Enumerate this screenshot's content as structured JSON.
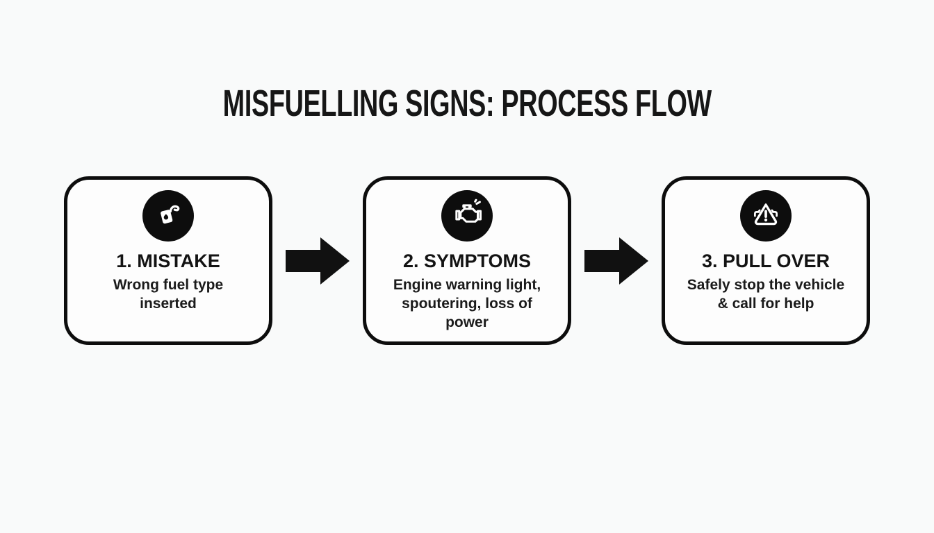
{
  "title": "MISFUELLING SIGNS: PROCESS FLOW",
  "steps": [
    {
      "icon": "fuel-nozzle-icon",
      "heading": "1. MISTAKE",
      "description": "Wrong fuel type\ninserted"
    },
    {
      "icon": "engine-warning-icon",
      "heading": "2. SYMPTOMS",
      "description": "Engine warning light,\nspoutering, loss of\npower"
    },
    {
      "icon": "warning-triangle-icon",
      "heading": "3. PULL OVER",
      "description": "Safely stop the vehicle\n& call for help"
    }
  ],
  "colors": {
    "background": "#f9fafa",
    "box_fill": "#fdfdfd",
    "box_border": "#0d0d0d",
    "icon_circle": "#0d0d0d",
    "icon_glyph": "#ffffff",
    "text": "#141414",
    "arrow": "#111111"
  }
}
